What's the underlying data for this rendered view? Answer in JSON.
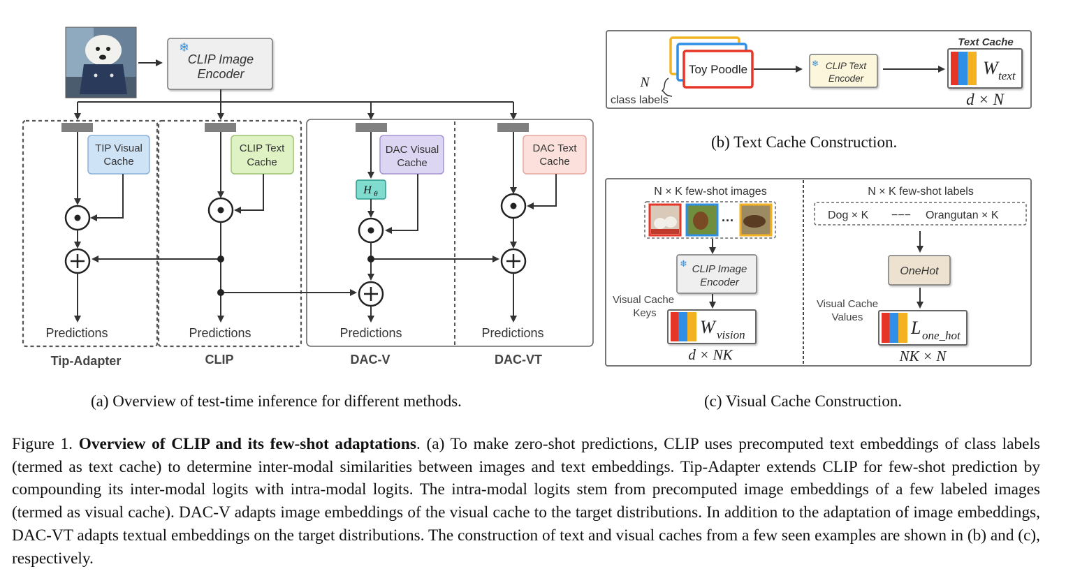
{
  "panel_a": {
    "encoder_label_line1": "CLIP Image",
    "encoder_label_line2": "Encoder",
    "tip_cache_line1": "TIP Visual",
    "tip_cache_line2": "Cache",
    "clip_cache_line1": "CLIP Text",
    "clip_cache_line2": "Cache",
    "dacv_cache_line1": "DAC Visual",
    "dacv_cache_line2": "Cache",
    "dacvt_cache_line1": "DAC Text",
    "dacvt_cache_line2": "Cache",
    "h_theta": "H",
    "h_theta_sub": "θ",
    "predictions": "Predictions",
    "method_tip": "Tip-Adapter",
    "method_clip": "CLIP",
    "method_dacv": "DAC-V",
    "method_dacvt": "DAC-VT",
    "caption": "(a) Overview of test-time inference for different methods."
  },
  "panel_b": {
    "class_name": "Toy Poodle",
    "n_symbol": "N",
    "class_labels": "class labels",
    "encoder_line1": "CLIP Text",
    "encoder_line2": "Encoder",
    "text_cache_title": "Text Cache",
    "w_main": "W",
    "w_sub": "text",
    "dims": "d × N",
    "caption": "(b) Text Cache Construction."
  },
  "panel_c": {
    "images_title": "N × K few-shot images",
    "labels_title": "N × K few-shot labels",
    "label_dog": "Dog × K",
    "label_dash": "−−−",
    "label_orangutan": "Orangutan  × K",
    "ellipsis": "···",
    "encoder_line1": "CLIP Image",
    "encoder_line2": "Encoder",
    "onehot": "OneHot",
    "keys_line1": "Visual Cache",
    "keys_line2": "Keys",
    "values_line1": "Visual Cache",
    "values_line2": "Values",
    "w_main": "W",
    "w_sub": "vision",
    "l_main": "L",
    "l_sub": "one_hot",
    "dims_keys": "d × NK",
    "dims_values": "NK × N",
    "caption": "(c) Visual Cache Construction."
  },
  "figure_caption": {
    "prefix": "Figure 1. ",
    "title": "Overview of CLIP and its few-shot adaptations",
    "body": ". (a) To make zero-shot predictions, CLIP uses precomputed text embeddings of class labels (termed as text cache) to determine inter-modal similarities between images and text embeddings. Tip-Adapter extends CLIP for few-shot prediction by compounding its inter-modal logits with intra-modal logits. The intra-modal logits stem from precomputed image embeddings of a few labeled images (termed as visual cache). DAC-V adapts image embeddings of the visual cache to the target distributions. In addition to the adaptation of image embeddings, DAC-VT adapts textual embeddings on the target distributions. The construction of text and visual caches from a few seen examples are shown in (b) and (c), respectively."
  },
  "colors": {
    "tip_cache": "#cfe3f7",
    "clip_cache": "#dff2c4",
    "dacv_cache": "#ddd6f3",
    "dacvt_cache": "#fbe0dc",
    "h_theta": "#7fdccf",
    "encoder": "#efefef",
    "onehot": "#ece2cf",
    "text_encoder": "#fbf6dc",
    "bar_red": "#e53527",
    "bar_blue": "#2f8fe6",
    "bar_orange": "#f4b223"
  }
}
